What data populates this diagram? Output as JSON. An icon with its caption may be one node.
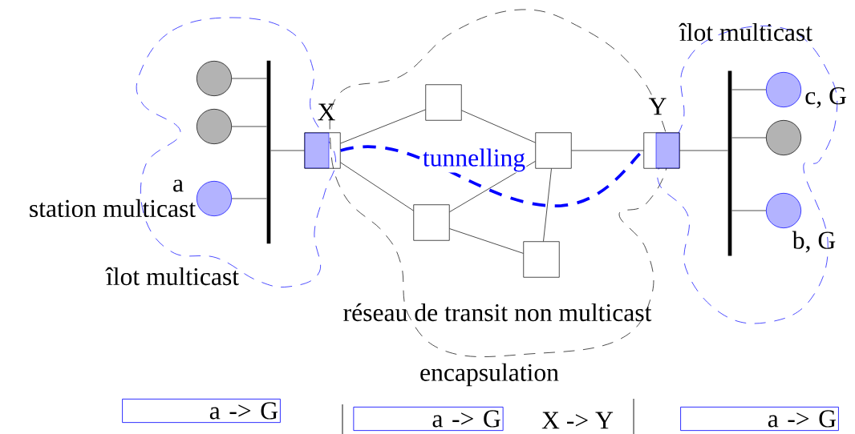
{
  "diagram": {
    "nodes": [
      {
        "text": [],
        "shape": "circle"
      },
      {
        "text": [],
        "shape": "circle"
      },
      {
        "text": [],
        "shape": "circle",
        "beside": [
          "a",
          "station multicast"
        ]
      },
      {
        "text": [],
        "shape": "bar"
      },
      {
        "text": [],
        "shape": "box",
        "beside": [
          "X"
        ]
      },
      {
        "text": [],
        "shape": "box"
      },
      {
        "text": [],
        "shape": "box"
      },
      {
        "text": [],
        "shape": "box"
      },
      {
        "text": [],
        "shape": "box"
      },
      {
        "text": [],
        "shape": "box",
        "beside": [
          "Y"
        ]
      },
      {
        "text": [],
        "shape": "bar"
      },
      {
        "text": [],
        "shape": "circle",
        "beside": [
          "c, G"
        ]
      },
      {
        "text": [],
        "shape": "circle"
      },
      {
        "text": [],
        "shape": "circle",
        "beside": [
          "b, G"
        ]
      },
      {
        "text": [
          "a -> G"
        ]
      },
      {
        "text": [
          "a -> G"
        ]
      },
      {
        "text": [
          "a -> G"
        ]
      }
    ],
    "edges": [
      {
        "from": 0,
        "to": 3,
        "arrow": "none"
      },
      {
        "from": 1,
        "to": 3,
        "arrow": "none"
      },
      {
        "from": 2,
        "to": 3,
        "arrow": "none"
      },
      {
        "from": 3,
        "to": 4,
        "arrow": "none"
      },
      {
        "from": 4,
        "to": 5,
        "arrow": "none"
      },
      {
        "from": 4,
        "to": 6,
        "arrow": "none"
      },
      {
        "from": 5,
        "to": 7,
        "arrow": "none"
      },
      {
        "from": 6,
        "to": 7,
        "arrow": "none"
      },
      {
        "from": 6,
        "to": 8,
        "arrow": "none"
      },
      {
        "from": 7,
        "to": 8,
        "arrow": "none"
      },
      {
        "from": 7,
        "to": 9,
        "arrow": "none"
      },
      {
        "from": 9,
        "to": 10,
        "arrow": "none"
      },
      {
        "from": 10,
        "to": 11,
        "arrow": "none"
      },
      {
        "from": 10,
        "to": 12,
        "arrow": "none"
      },
      {
        "from": 10,
        "to": 13,
        "arrow": "none"
      },
      {
        "from": 4,
        "to": 9,
        "arrow": "none",
        "label": "tunnelling",
        "style": "dashed",
        "color": "#0000ff"
      }
    ],
    "labels": [
      "îlot multicast",
      "îlot multicast",
      "réseau de transit non multicast",
      "encapsulation",
      "X -> Y"
    ]
  }
}
